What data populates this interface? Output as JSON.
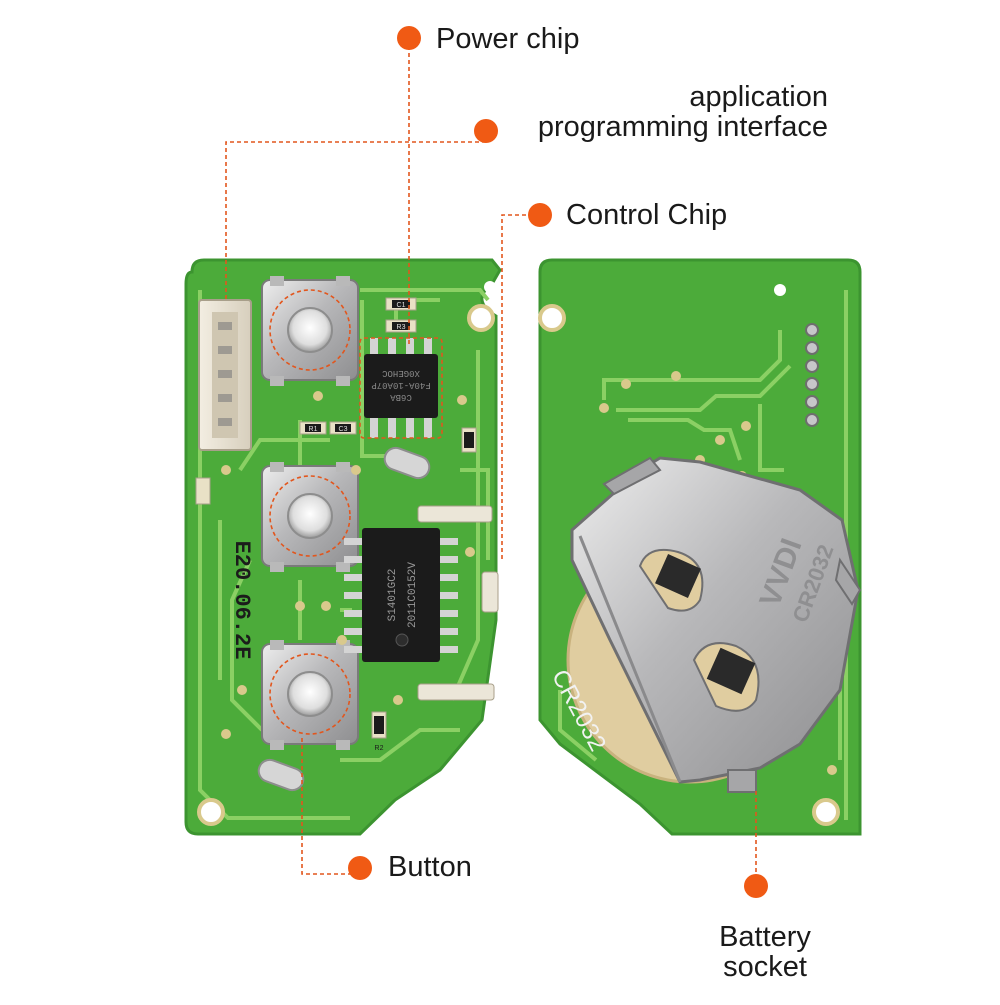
{
  "colors": {
    "accent": "#f05a14",
    "pcb_green": "#4fae3a",
    "pcb_dark": "#2f8a27",
    "trace": "#7fc457",
    "pad": "#d9c98c",
    "chip": "#1b1b1b",
    "metal": "#c7c7c9"
  },
  "callouts": {
    "power_chip": "Power chip",
    "api_line1": "application",
    "api_line2": "programming interface",
    "control_chip": "Control Chip",
    "button": "Button",
    "battery_line1": "Battery",
    "battery_line2": "socket"
  },
  "board_marks": {
    "chip_small": [
      "C6BA",
      "F40A-10A07P",
      "X0GEHOC"
    ],
    "chip_large": [
      "S1401GC2",
      "2011C0152V"
    ],
    "date_code": "E20.06.2E",
    "battery_stamp": "CR2032",
    "holder_text": [
      "VVDI",
      "CR2032"
    ],
    "resistor_labels": [
      "C1",
      "R3",
      "R1",
      "C3",
      "R2"
    ]
  }
}
